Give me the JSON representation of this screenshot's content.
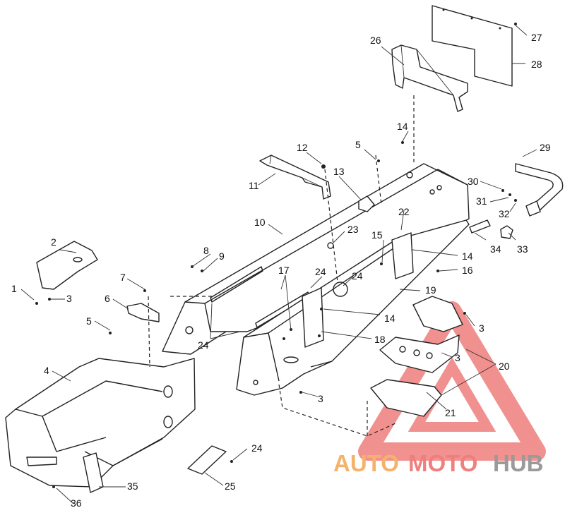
{
  "callouts": [
    {
      "id": "c1",
      "text": "1"
    },
    {
      "id": "c2",
      "text": "2"
    },
    {
      "id": "c3a",
      "text": "3"
    },
    {
      "id": "c3b",
      "text": "3"
    },
    {
      "id": "c3c",
      "text": "3"
    },
    {
      "id": "c3d",
      "text": "3"
    },
    {
      "id": "c4",
      "text": "4"
    },
    {
      "id": "c5a",
      "text": "5"
    },
    {
      "id": "c5b",
      "text": "5"
    },
    {
      "id": "c6",
      "text": "6"
    },
    {
      "id": "c7",
      "text": "7"
    },
    {
      "id": "c8",
      "text": "8"
    },
    {
      "id": "c9",
      "text": "9"
    },
    {
      "id": "c10",
      "text": "10"
    },
    {
      "id": "c11",
      "text": "11"
    },
    {
      "id": "c12",
      "text": "12"
    },
    {
      "id": "c13",
      "text": "13"
    },
    {
      "id": "c14a",
      "text": "14"
    },
    {
      "id": "c14b",
      "text": "14"
    },
    {
      "id": "c14c",
      "text": "14"
    },
    {
      "id": "c15",
      "text": "15"
    },
    {
      "id": "c16",
      "text": "16"
    },
    {
      "id": "c17",
      "text": "17"
    },
    {
      "id": "c18",
      "text": "18"
    },
    {
      "id": "c19",
      "text": "19"
    },
    {
      "id": "c20",
      "text": "20"
    },
    {
      "id": "c21",
      "text": "21"
    },
    {
      "id": "c22",
      "text": "22"
    },
    {
      "id": "c23",
      "text": "23"
    },
    {
      "id": "c24a",
      "text": "24"
    },
    {
      "id": "c24b",
      "text": "24"
    },
    {
      "id": "c24c",
      "text": "24"
    },
    {
      "id": "c24d",
      "text": "24"
    },
    {
      "id": "c25",
      "text": "25"
    },
    {
      "id": "c26",
      "text": "26"
    },
    {
      "id": "c27",
      "text": "27"
    },
    {
      "id": "c28",
      "text": "28"
    },
    {
      "id": "c29",
      "text": "29"
    },
    {
      "id": "c30",
      "text": "30"
    },
    {
      "id": "c31",
      "text": "31"
    },
    {
      "id": "c32",
      "text": "32"
    },
    {
      "id": "c33",
      "text": "33"
    },
    {
      "id": "c34",
      "text": "34"
    },
    {
      "id": "c35",
      "text": "35"
    },
    {
      "id": "c36",
      "text": "36"
    }
  ],
  "watermark": {
    "part1": "AUTO",
    "part2": "MOTO",
    "part3": "HUB",
    "color1": "#f3b36b",
    "color2": "#ef7f7f",
    "color3": "#9a9a9a",
    "logo_color": "#e53935"
  }
}
